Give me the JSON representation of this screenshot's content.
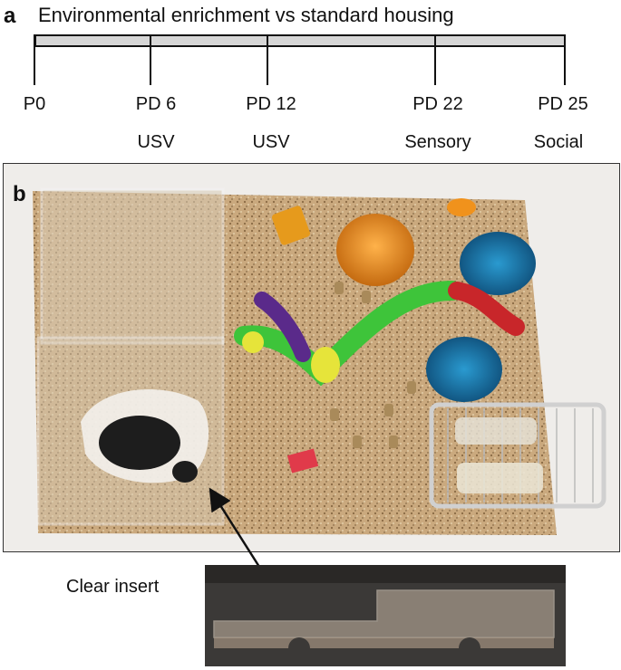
{
  "panel_a": {
    "label": "a",
    "title": "Environmental enrichment vs standard housing",
    "ticks": [
      {
        "pd": "P0",
        "test": ""
      },
      {
        "pd": "PD 6",
        "test": "USV"
      },
      {
        "pd": "PD 12",
        "test": "USV"
      },
      {
        "pd": "PD 22",
        "test": "Sensory"
      },
      {
        "pd": "PD 25",
        "test": "Social"
      }
    ]
  },
  "panel_b": {
    "label": "b",
    "insert_caption": "Clear insert"
  },
  "colors": {
    "bar_fill": "#d6d6d6",
    "bedding": "#c9b08a",
    "tunnel_green": "#3ec43a",
    "tunnel_yellow": "#e6e43a",
    "tunnel_red": "#c8262a",
    "tunnel_purple": "#5a2a8a",
    "house_blue": "#1f6f9a",
    "wheel_orange": "#e08a1c"
  }
}
